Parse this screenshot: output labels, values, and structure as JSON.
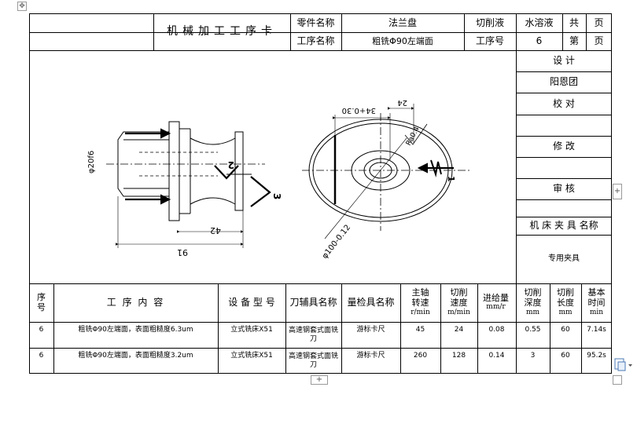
{
  "header": {
    "card_title": "机械加工工序卡",
    "part_name_label": "零件名称",
    "part_name_value": "法兰盘",
    "coolant_label": "切削液",
    "coolant_value": "水溶液",
    "total_label": "共",
    "total_suffix": "页",
    "process_name_label": "工序名称",
    "process_name_value": "粗铣Φ90左端面",
    "process_no_label": "工序号",
    "process_no_value": "6",
    "page_label": "第",
    "page_suffix": "页"
  },
  "side": {
    "design_label": "设 计",
    "designer_name": "阳恩团",
    "check_label": "校 对",
    "revise_label": "修 改",
    "review_label": "审 核",
    "fixture_label": "机 床 夹 具 名称",
    "fixture_value": "专用夹具"
  },
  "drawing": {
    "dim_diam20": "φ20f6",
    "dim_42": "42",
    "dim_91": "91",
    "dim_34": "34+0.30",
    "dim_24": "24",
    "dim_ra": "Ra0.4",
    "dim_diam100": "φ100-0.12",
    "marker_1": "1",
    "marker_2": "2",
    "marker_3": "3"
  },
  "table": {
    "headers": {
      "seq": "序号",
      "content": "工 序 内 容",
      "equipment": "设 备 型 号",
      "tool": "刀辅具名称",
      "gauge": "量检具名称",
      "spindle": "主轴转速",
      "spindle_unit": "r/min",
      "speed": "切削速度",
      "speed_unit": "m/min",
      "feed": "进给量",
      "feed_unit": "mm/r",
      "depth": "切削深度",
      "depth_unit": "mm",
      "length": "切削长度",
      "length_unit": "mm",
      "time": "基本时间",
      "time_unit": "min"
    },
    "rows": [
      {
        "seq": "6",
        "content": "粗铣Φ90左端面，表面粗糙度6.3um",
        "equipment": "立式铣床X51",
        "tool": "高速钢套式面铣刀",
        "gauge": "游标卡尺",
        "spindle": "45",
        "speed": "24",
        "feed": "0.08",
        "depth": "0.55",
        "length": "60",
        "time": "7.14s"
      },
      {
        "seq": "6",
        "content": "粗铣Φ90左端面，表面粗糙度3.2um",
        "equipment": "立式铣床X51",
        "tool": "高速钢套式面铣刀",
        "gauge": "游标卡尺",
        "spindle": "260",
        "speed": "128",
        "feed": "0.14",
        "depth": "3",
        "length": "60",
        "time": "95.2s"
      }
    ]
  },
  "ui": {
    "add_row_label": "+",
    "add_col_label": "+",
    "move_handle_label": "✥"
  }
}
